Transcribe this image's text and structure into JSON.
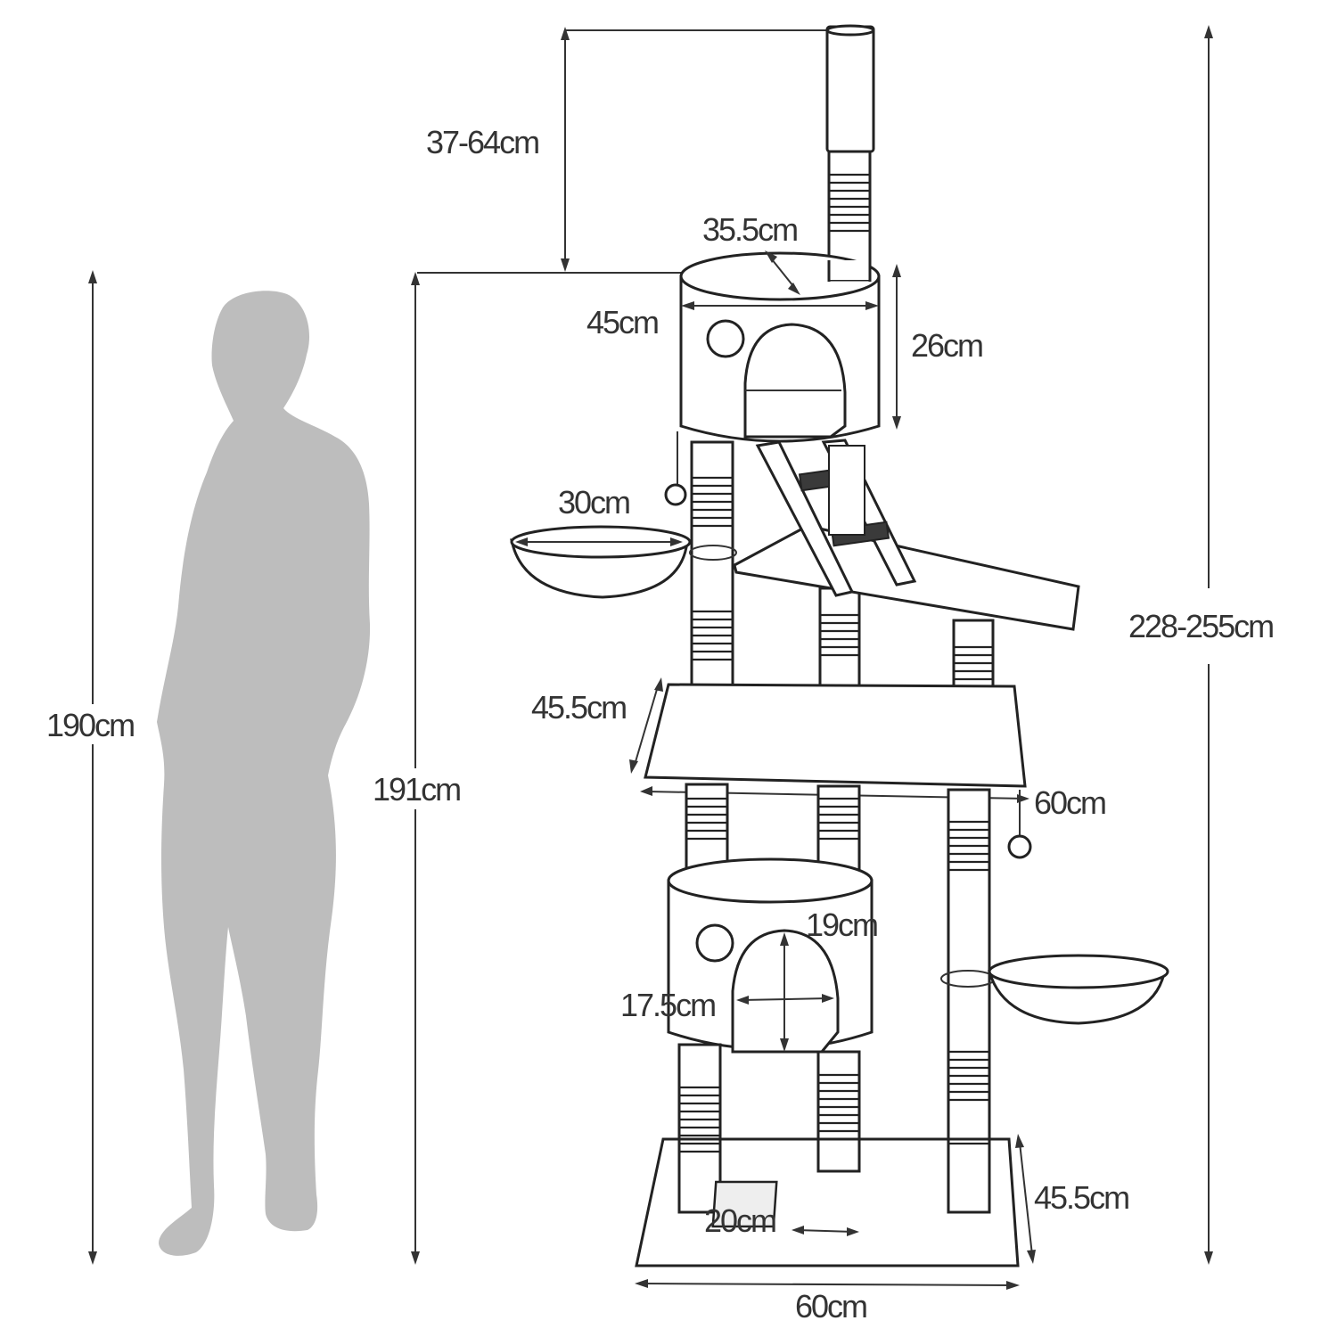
{
  "colors": {
    "line": "#222222",
    "label": "#333333",
    "silhouette": "#bdbdbd",
    "mat": "#eeeeee",
    "background": "#ffffff"
  },
  "labels": {
    "top_extension": "37-64cm",
    "top_platform_diameter": "35.5cm",
    "top_house_width": "45cm",
    "top_house_height": "26cm",
    "basket_top": "30cm",
    "total_height": "228-255cm",
    "middle_platform_depth": "45.5cm",
    "person_height": "190cm",
    "tree_height": "191cm",
    "middle_platform_width": "60cm",
    "lower_house_opening_height": "19cm",
    "lower_house_opening_width": "17.5cm",
    "base_depth": "45.5cm",
    "mat_width": "20cm",
    "base_width": "60cm"
  },
  "icons": {
    "person": "person-silhouette-icon",
    "cat_tree": "cat-tree-icon",
    "ball": "toy-ball-icon",
    "ladder": "ladder-icon",
    "basket": "hammock-basket-icon"
  }
}
